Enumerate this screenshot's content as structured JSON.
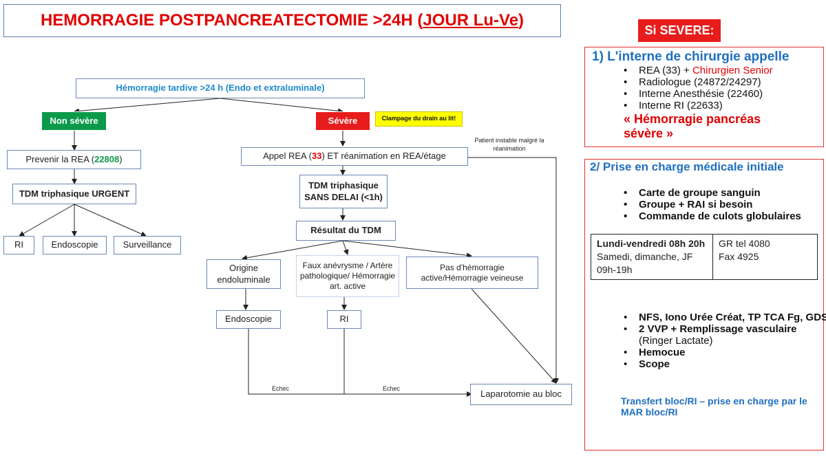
{
  "title": {
    "main": "HEMORRAGIE POSTPANCREATECTOMIE >24H (",
    "underlined": "JOUR Lu-Ve",
    "end": ")"
  },
  "flow": {
    "root": "Hémorragie tardive >24 h (Endo et extraluminale)",
    "non_severe": "Non sévère",
    "severe": "Sévère",
    "clampage": "Clampage du drain au lit!",
    "patient_note": "Patient instable malgré la réanimation",
    "prevenir_prefix": "Prevenir la REA (",
    "prevenir_number": "22808",
    "prevenir_suffix": ")",
    "tdm_urgent": "TDM triphasique URGENT",
    "ri": "RI",
    "endoscopie": "Endoscopie",
    "surveillance": "Surveillance",
    "appel_prefix": "Appel REA (",
    "appel_number": "33",
    "appel_suffix": ") ET réanimation en REA/étage",
    "tdm_sans_delai_1": "TDM triphasique",
    "tdm_sans_delai_2": "SANS DELAI (<1h)",
    "resultat": "Résultat du TDM",
    "origine": "Origine endoluminale",
    "faux": "Faux anévrysme / Artère pathologique/ Hémorragie art. active",
    "pas": "Pas d'hémorragie active/Hémorragie veineuse",
    "endoscopie2": "Endoscopie",
    "ri2": "RI",
    "laparotomie": "Laparotomie au bloc",
    "echec1": "Echec",
    "echec2": "Echec"
  },
  "severe_panel": {
    "banner": "Si SEVERE:",
    "heading": "1) L'interne de chirurgie appelle",
    "items": [
      {
        "text": "REA (33) + ",
        "red": "Chirurgien Senior"
      },
      {
        "text": "Radiologue (24872/24297)",
        "red": ""
      },
      {
        "text": "Interne Anesthésie (22460)",
        "red": ""
      },
      {
        "text": "Interne RI (22633)",
        "red": ""
      }
    ],
    "alert": "« Hémorragie pancréas sévère »"
  },
  "care_panel": {
    "heading": "2/ Prise en charge médicale initiale",
    "items": [
      "Carte de groupe sanguin",
      "Groupe + RAI si besoin"
    ],
    "red_item": "Commande de culots globulaires",
    "table": {
      "left_bold": "Lundi-vendredi 08h 20h",
      "left_normal": "Samedi, dimanche, JF 09h-19h",
      "right_1": "GR tel 4080",
      "right_2": "Fax 4925"
    },
    "bold_items": [
      {
        "bold": "NFS, Iono Urée Créat, TP TCA Fg, GDS lactate",
        "normal": ""
      },
      {
        "bold": "2 VVP + Remplissage vasculaire",
        "normal": "(Ringer Lactate)"
      },
      {
        "bold": "Hemocue",
        "normal": ""
      },
      {
        "bold": "Scope",
        "normal": ""
      }
    ],
    "transfert": "Transfert bloc/RI – prise en charge par le MAR bloc/RI"
  }
}
